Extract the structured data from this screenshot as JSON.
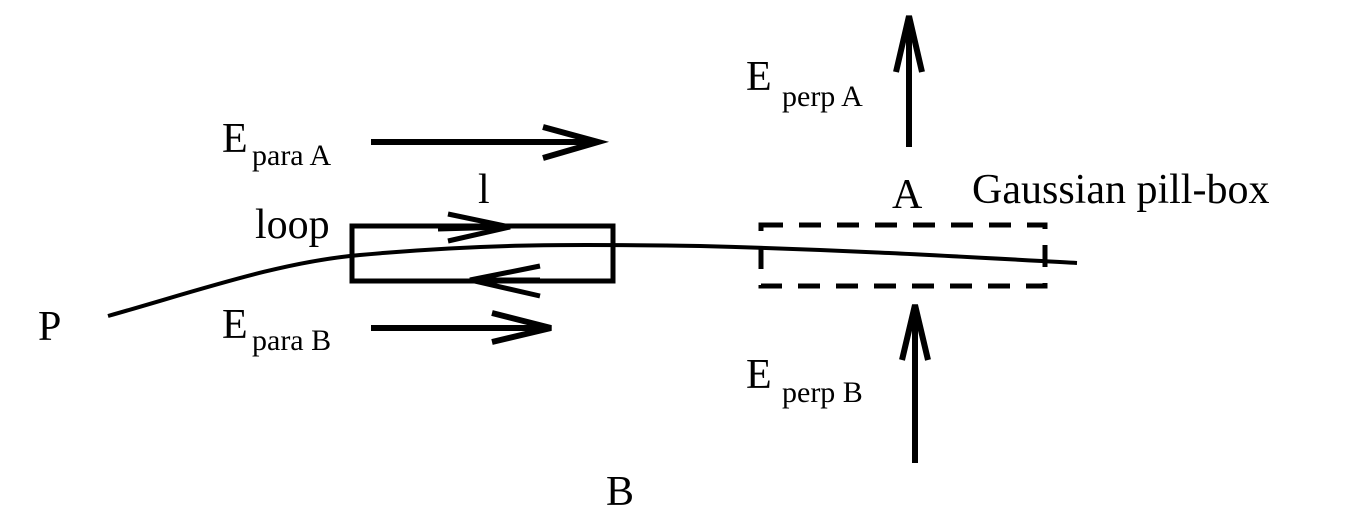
{
  "diagram": {
    "title": "Boundary conditions for electric field at an interface",
    "colors": {
      "ink": "#000000",
      "background": "#ffffff"
    },
    "labels": {
      "point_p": "P",
      "point_a": "A",
      "point_b": "B",
      "loop": "loop",
      "loop_length": "l",
      "pillbox": "Gaussian pill-box",
      "e_para_a_main": "E",
      "e_para_a_sub": "para A",
      "e_para_b_main": "E",
      "e_para_b_sub": "para B",
      "e_perp_a_main": "E",
      "e_perp_a_sub": "perp A",
      "e_perp_b_main": "E",
      "e_perp_b_sub": "perp B"
    },
    "elements": [
      {
        "id": "interface-curve",
        "kind": "curve",
        "description": "boundary surface between regions A and B"
      },
      {
        "id": "amperian-loop",
        "kind": "rectangle",
        "style": "solid"
      },
      {
        "id": "gaussian-pillbox",
        "kind": "rectangle",
        "style": "dashed"
      },
      {
        "id": "e-para-a-arrow",
        "kind": "arrow",
        "direction": "right"
      },
      {
        "id": "e-para-b-arrow",
        "kind": "arrow",
        "direction": "right"
      },
      {
        "id": "e-perp-a-arrow",
        "kind": "arrow",
        "direction": "up"
      },
      {
        "id": "e-perp-b-arrow",
        "kind": "arrow",
        "direction": "up"
      },
      {
        "id": "loop-top-arrow",
        "kind": "arrow",
        "direction": "right"
      },
      {
        "id": "loop-bottom-arrow",
        "kind": "arrow",
        "direction": "left"
      }
    ]
  }
}
